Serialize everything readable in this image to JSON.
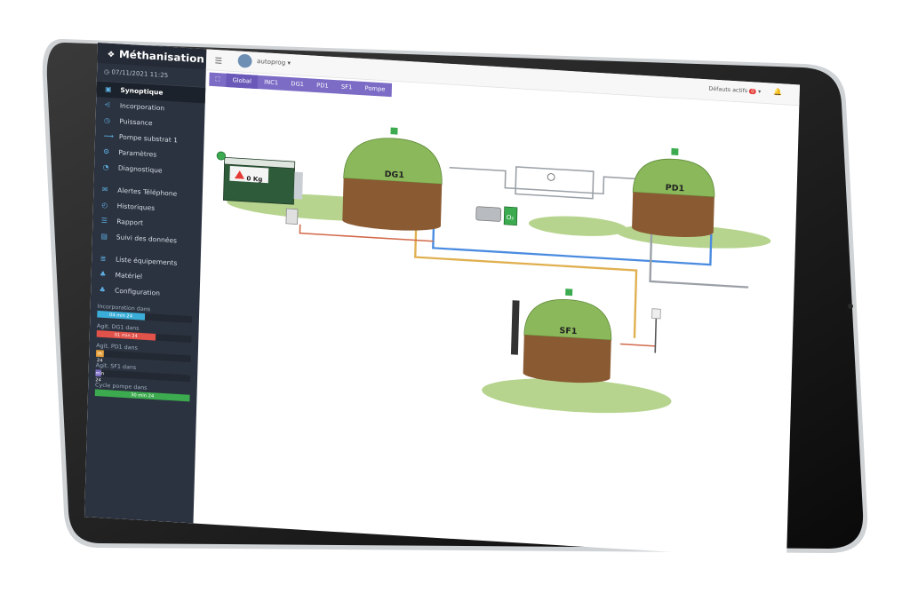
{
  "app": {
    "title": "Méthanisation",
    "date": "07/11/2021 11:25"
  },
  "menu": [
    {
      "label": "Synoptique",
      "icon": "display-icon",
      "glyph": "▣",
      "active": true
    },
    {
      "label": "Incorporation",
      "icon": "hopper-icon",
      "glyph": "⩤"
    },
    {
      "label": "Puissance",
      "icon": "gauge-icon",
      "glyph": "◷"
    },
    {
      "label": "Pompe substrat 1",
      "icon": "pump-icon",
      "glyph": "⟿"
    },
    {
      "label": "Paramètres",
      "icon": "sliders-icon",
      "glyph": "⚙"
    },
    {
      "label": "Diagnostique",
      "icon": "dashboard-icon",
      "glyph": "◔"
    },
    {
      "label": "Alertes Téléphone",
      "icon": "envelope-icon",
      "glyph": "✉"
    },
    {
      "label": "Historiques",
      "icon": "clock-icon",
      "glyph": "◴"
    },
    {
      "label": "Rapport",
      "icon": "report-icon",
      "glyph": "☰"
    },
    {
      "label": "Suivi des données",
      "icon": "chart-icon",
      "glyph": "▤"
    },
    {
      "label": "Liste équipements",
      "icon": "list-icon",
      "glyph": "≣"
    },
    {
      "label": "Matériel",
      "icon": "hierarchy-icon",
      "glyph": "♣"
    },
    {
      "label": "Configuration",
      "icon": "hierarchy-icon",
      "glyph": "♣"
    }
  ],
  "timers": [
    {
      "label": "Incorporation dans",
      "value": "04 min 24",
      "fraction": 0.5,
      "color": "#3aaed8"
    },
    {
      "label": "Agit. DG1 dans",
      "value": "01 min 24",
      "fraction": 0.62,
      "color": "#e0524a"
    },
    {
      "label": "Agit. PD1 dans",
      "value": "m 24",
      "fraction": 0.08,
      "color": "#e8a23c"
    },
    {
      "label": "Agit. SF1 dans",
      "value": "min 24",
      "fraction": 0.06,
      "color": "#7c6cc6"
    },
    {
      "label": "Cycle pompe dans",
      "value": "30 min 24",
      "fraction": 1.0,
      "color": "#3cab4f"
    }
  ],
  "header": {
    "user": "autoprog",
    "defauts_label": "Défauts actifs",
    "defauts_count": "0"
  },
  "tabs": [
    "Global",
    "INC1",
    "DG1",
    "PD1",
    "SF1",
    "Pompe"
  ],
  "synoptic": {
    "tanks": [
      "DG1",
      "PD1",
      "SF1"
    ],
    "weight": "0 Kg",
    "o2_label": "O₂",
    "colors": {
      "dome": "#8ab85a",
      "wood": "#8a5a32",
      "ground": "#b7d48e",
      "pipe_blue": "#4a8be0",
      "pipe_yellow": "#e0b050",
      "pipe_gray": "#9aa0a6",
      "pipe_red": "#d26a4a"
    }
  }
}
